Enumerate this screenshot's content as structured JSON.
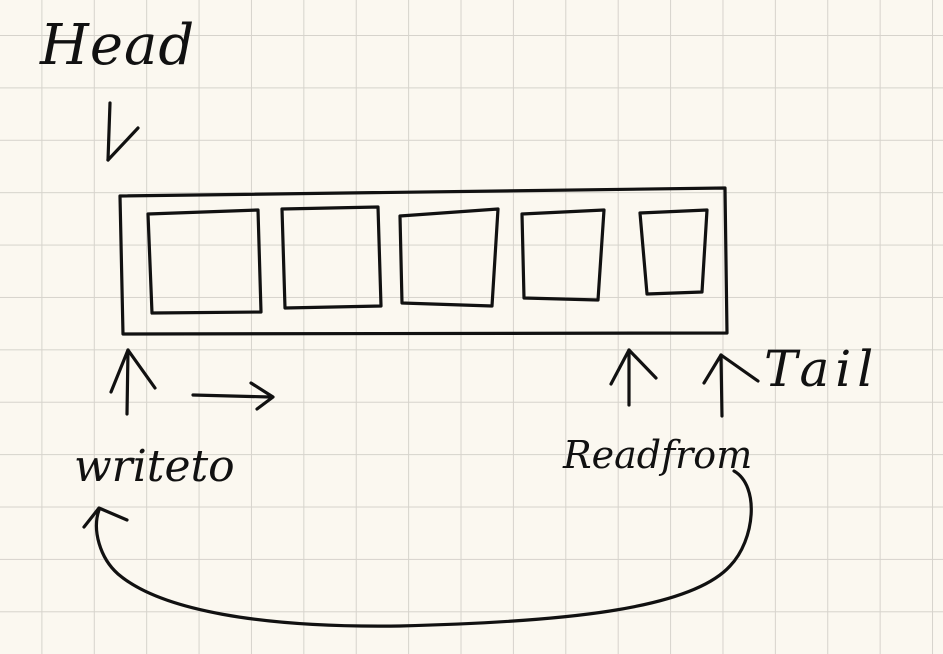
{
  "labels": {
    "head": "Head",
    "tail": "Tail",
    "write_to": "writeto",
    "read_from": "Readfrom"
  },
  "buffer": {
    "slot_count": 5
  },
  "colors": {
    "ink": "#111111",
    "paper": "#fbf8f0",
    "grid": "#d6d3cc"
  }
}
